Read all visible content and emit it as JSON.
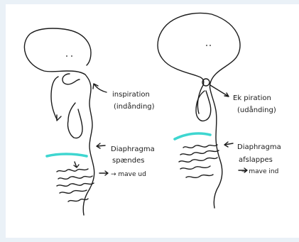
{
  "colors": {
    "background": "#eaf1f7",
    "paper": "#ffffff",
    "ink": "#1b1b1b",
    "diaphragm": "#3ed6d0"
  },
  "left": {
    "label_inspiration_1": "inspiration",
    "label_inspiration_2": "(indånding)",
    "label_diaphragm_1": "Diaphragma",
    "label_diaphragm_2": "spændes",
    "label_belly": "→ mave ud"
  },
  "right": {
    "label_expiration_1": "Ek piration",
    "label_expiration_2": "(udånding)",
    "label_diaphragm_1": "Diaphragma",
    "label_diaphragm_2": "afslappes",
    "label_belly": "→ mave ind"
  }
}
